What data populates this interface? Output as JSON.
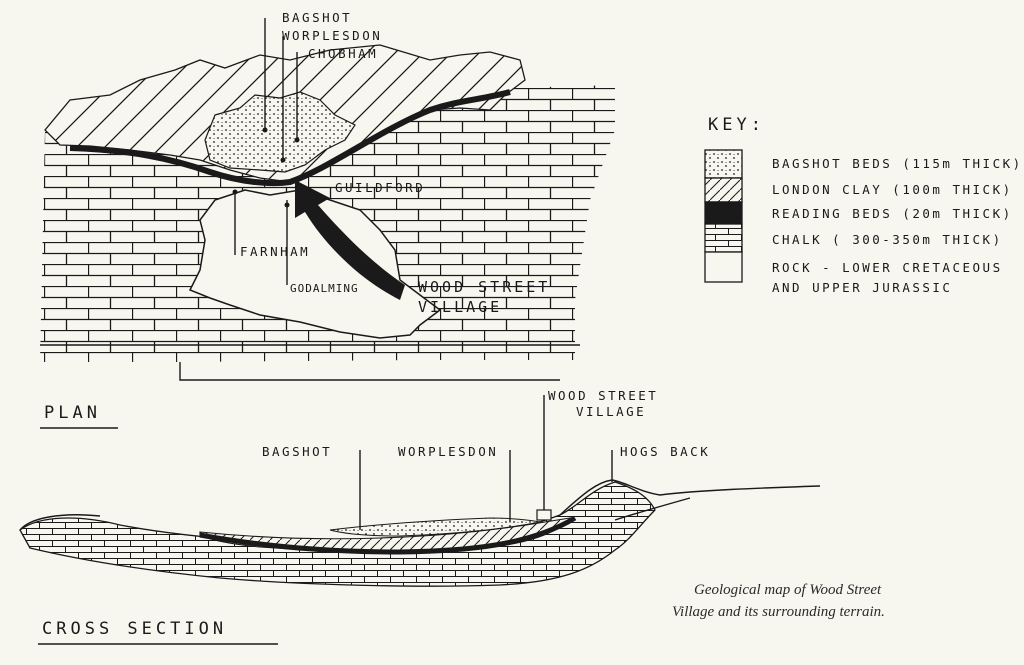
{
  "plan": {
    "title": "PLAN",
    "labels": {
      "bagshot": "BAGSHOT",
      "worplesdon": "WORPLESDON",
      "chobham": "CHOBHAM",
      "guildford": "GUILDFORD",
      "farnham": "FARNHAM",
      "godalming": "GODALMING",
      "wood_street_1": "WOOD STREET",
      "wood_street_2": "VILLAGE"
    }
  },
  "key": {
    "title": "KEY:",
    "items": [
      {
        "label": "BAGSHOT BEDS (115m THICK)",
        "pattern": "dots"
      },
      {
        "label": "LONDON CLAY (100m THICK)",
        "pattern": "hatch"
      },
      {
        "label": "READING BEDS (20m THICK)",
        "pattern": "solid"
      },
      {
        "label": "CHALK ( 300-350m THICK)",
        "pattern": "bricks"
      },
      {
        "label": "ROCK - LOWER CRETACEOUS",
        "label2": "AND UPPER JURASSIC",
        "pattern": "blank"
      }
    ]
  },
  "cross_section": {
    "title": "CROSS SECTION",
    "labels": {
      "bagshot": "BAGSHOT",
      "worplesdon": "WORPLESDON",
      "wood_street_1": "WOOD STREET",
      "wood_street_2": "VILLAGE",
      "hogs_back": "HOGS BACK"
    }
  },
  "caption": {
    "line1": "Geological map of Wood Street",
    "line2": "Village and its surrounding terrain."
  },
  "colors": {
    "ink": "#1a1a1a",
    "paper": "#f7f6ef"
  }
}
